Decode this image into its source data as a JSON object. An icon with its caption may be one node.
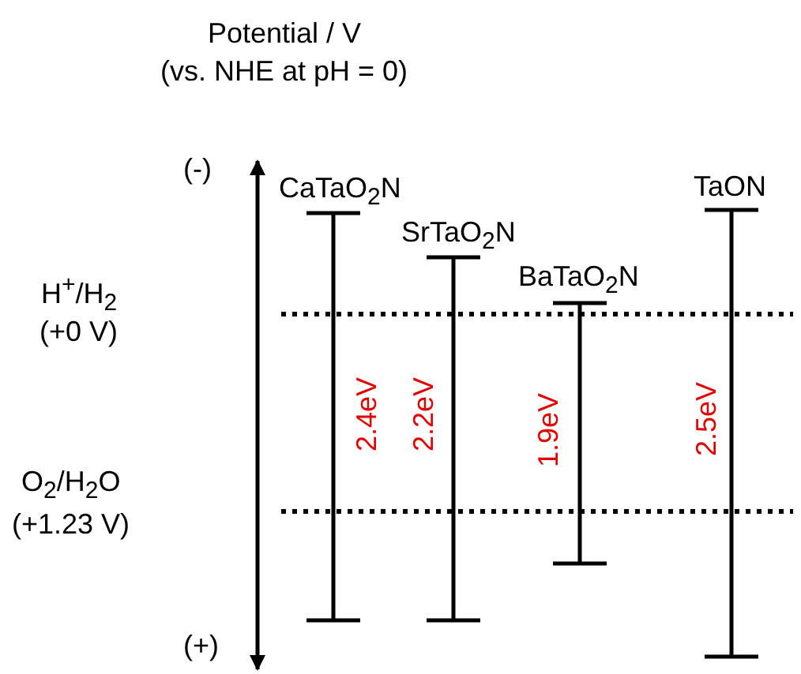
{
  "diagram": {
    "title": "Potential / V",
    "nodes": [
      {
        "text": [
          "CaTaO$_{2}$N",
          "2.4eV"
        ]
      },
      {
        "text": [
          "SrTaO$_{2}$N",
          "2.2eV"
        ]
      },
      {
        "text": [
          "BaTaO$_{2}$N",
          "1.9eV"
        ]
      },
      {
        "text": [
          "TaON",
          "2.5eV"
        ]
      }
    ],
    "labels": [
      "(vs. NHE at pH = 0)",
      "(-)",
      "H$^{+}$/H$_{2}$",
      "(+0 V)",
      "O$_{2}$/H$_{2}$O",
      "(+1.23 V)",
      "(+)"
    ]
  }
}
